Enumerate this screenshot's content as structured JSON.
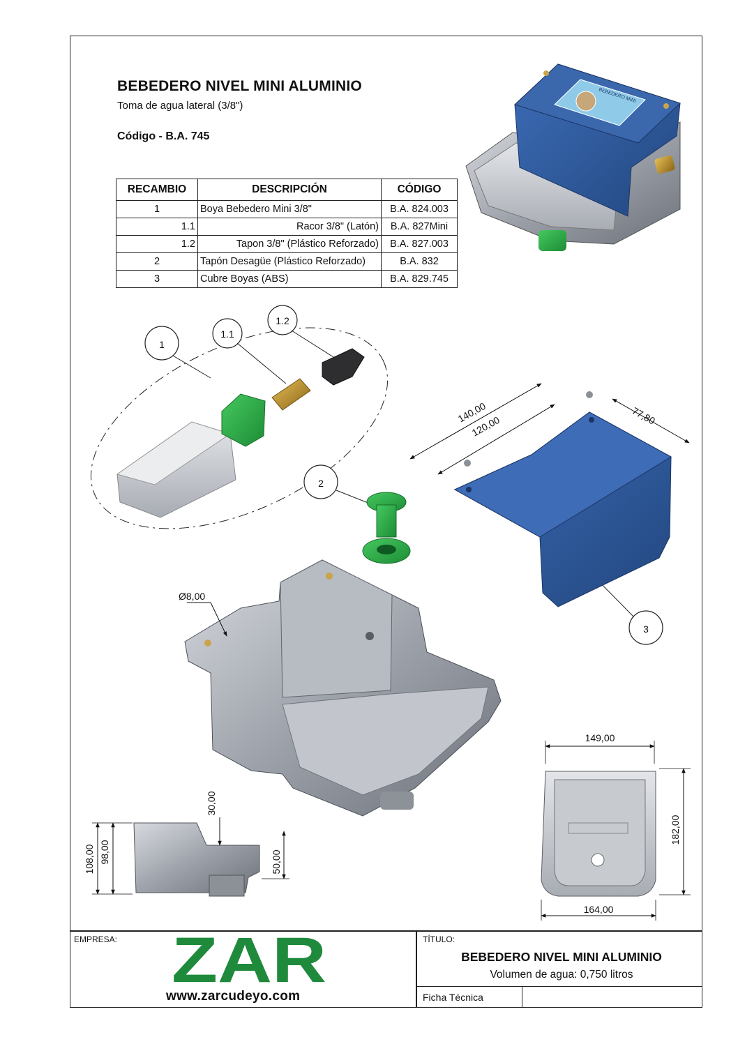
{
  "header": {
    "title": "BEBEDERO NIVEL MINI ALUMINIO",
    "subtitle": "Toma de agua lateral (3/8\")",
    "code": "Código - B.A. 745"
  },
  "parts_table": {
    "headers": [
      "RECAMBIO",
      "DESCRIPCIÓN",
      "CÓDIGO"
    ],
    "rows": [
      {
        "ref": "1",
        "desc": "Boya Bebedero Mini 3/8\"",
        "code": "B.A. 824.003"
      },
      {
        "ref": "1.1",
        "desc": "Racor 3/8\" (Latón)",
        "code": "B.A. 827Mini"
      },
      {
        "ref": "1.2",
        "desc": "Tapon 3/8\" (Plástico Reforzado)",
        "code": "B.A. 827.003"
      },
      {
        "ref": "2",
        "desc": "Tapón Desagüe (Plástico Reforzado)",
        "code": "B.A. 832"
      },
      {
        "ref": "3",
        "desc": "Cubre Boyas (ABS)",
        "code": "B.A. 829.745"
      }
    ]
  },
  "callouts": [
    "1",
    "1.1",
    "1.2",
    "2",
    "3"
  ],
  "dimensions": {
    "cover_length": "140,00",
    "cover_hole_spacing": "120,00",
    "cover_width": "77,80",
    "hole_diameter": "Ø8,00",
    "top_width": "149,00",
    "depth": "182,00",
    "bottom_width": "164,00",
    "side_30": "30,00",
    "side_108": "108,00",
    "side_98": "98,00",
    "side_50": "50,00"
  },
  "badge_text": "BEBEDERO MINI",
  "footer": {
    "empresa_label": "EMPRESA:",
    "logo": "ZAR",
    "website": "www.zarcudeyo.com",
    "titulo_label": "TÍTULO:",
    "title": "BEBEDERO NIVEL MINI ALUMINIO",
    "volume": "Volumen de agua: 0,750 litros",
    "doc_type": "Ficha Técnica"
  },
  "colors": {
    "cover_blue": "#2f5a9e",
    "float_green": "#2bb34a",
    "logo_green": "#1f8a3c",
    "aluminium": "#a9adb5",
    "brass": "#c99a2e"
  }
}
